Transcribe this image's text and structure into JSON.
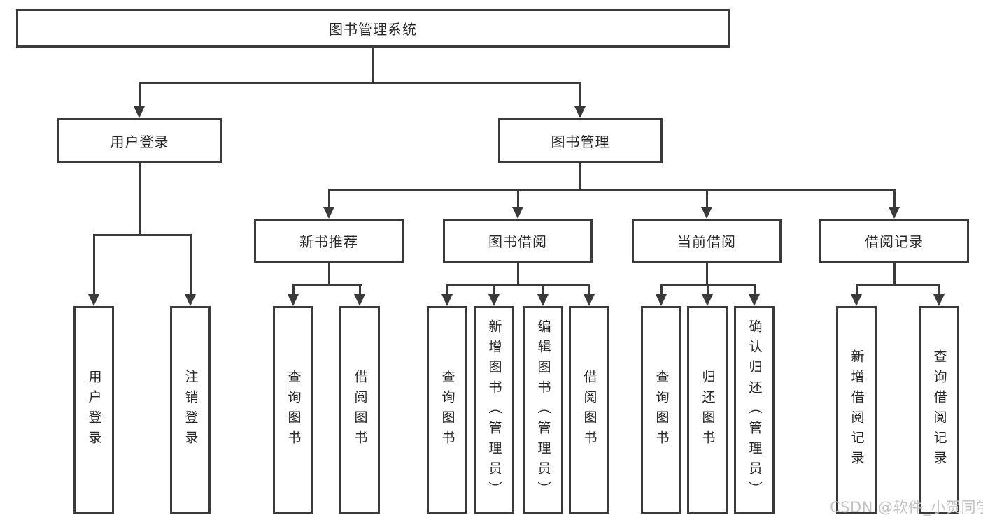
{
  "diagram": {
    "root_label": "图书管理系统",
    "user_branch": {
      "label": "用户登录",
      "leaves": [
        "用户登录",
        "注销登录"
      ]
    },
    "book_branch": {
      "label": "图书管理",
      "groups": [
        {
          "label": "新书推荐",
          "leaves": [
            "查询图书",
            "借阅图书"
          ]
        },
        {
          "label": "图书借阅",
          "leaves": [
            "查询图书",
            "新增图书（管理员）",
            "编辑图书（管理员）",
            "借阅图书"
          ]
        },
        {
          "label": "当前借阅",
          "leaves": [
            "查询图书",
            "归还图书",
            "确认归还（管理员）"
          ]
        },
        {
          "label": "借阅记录",
          "leaves": [
            "新增借阅记录",
            "查询借阅记录"
          ]
        }
      ]
    },
    "watermark": "CSDN @软件_小贺同学",
    "colors": {
      "line": "#3a3a3a",
      "text": "#262626",
      "watermark": "#c3c3c3",
      "background": "#ffffff"
    }
  }
}
